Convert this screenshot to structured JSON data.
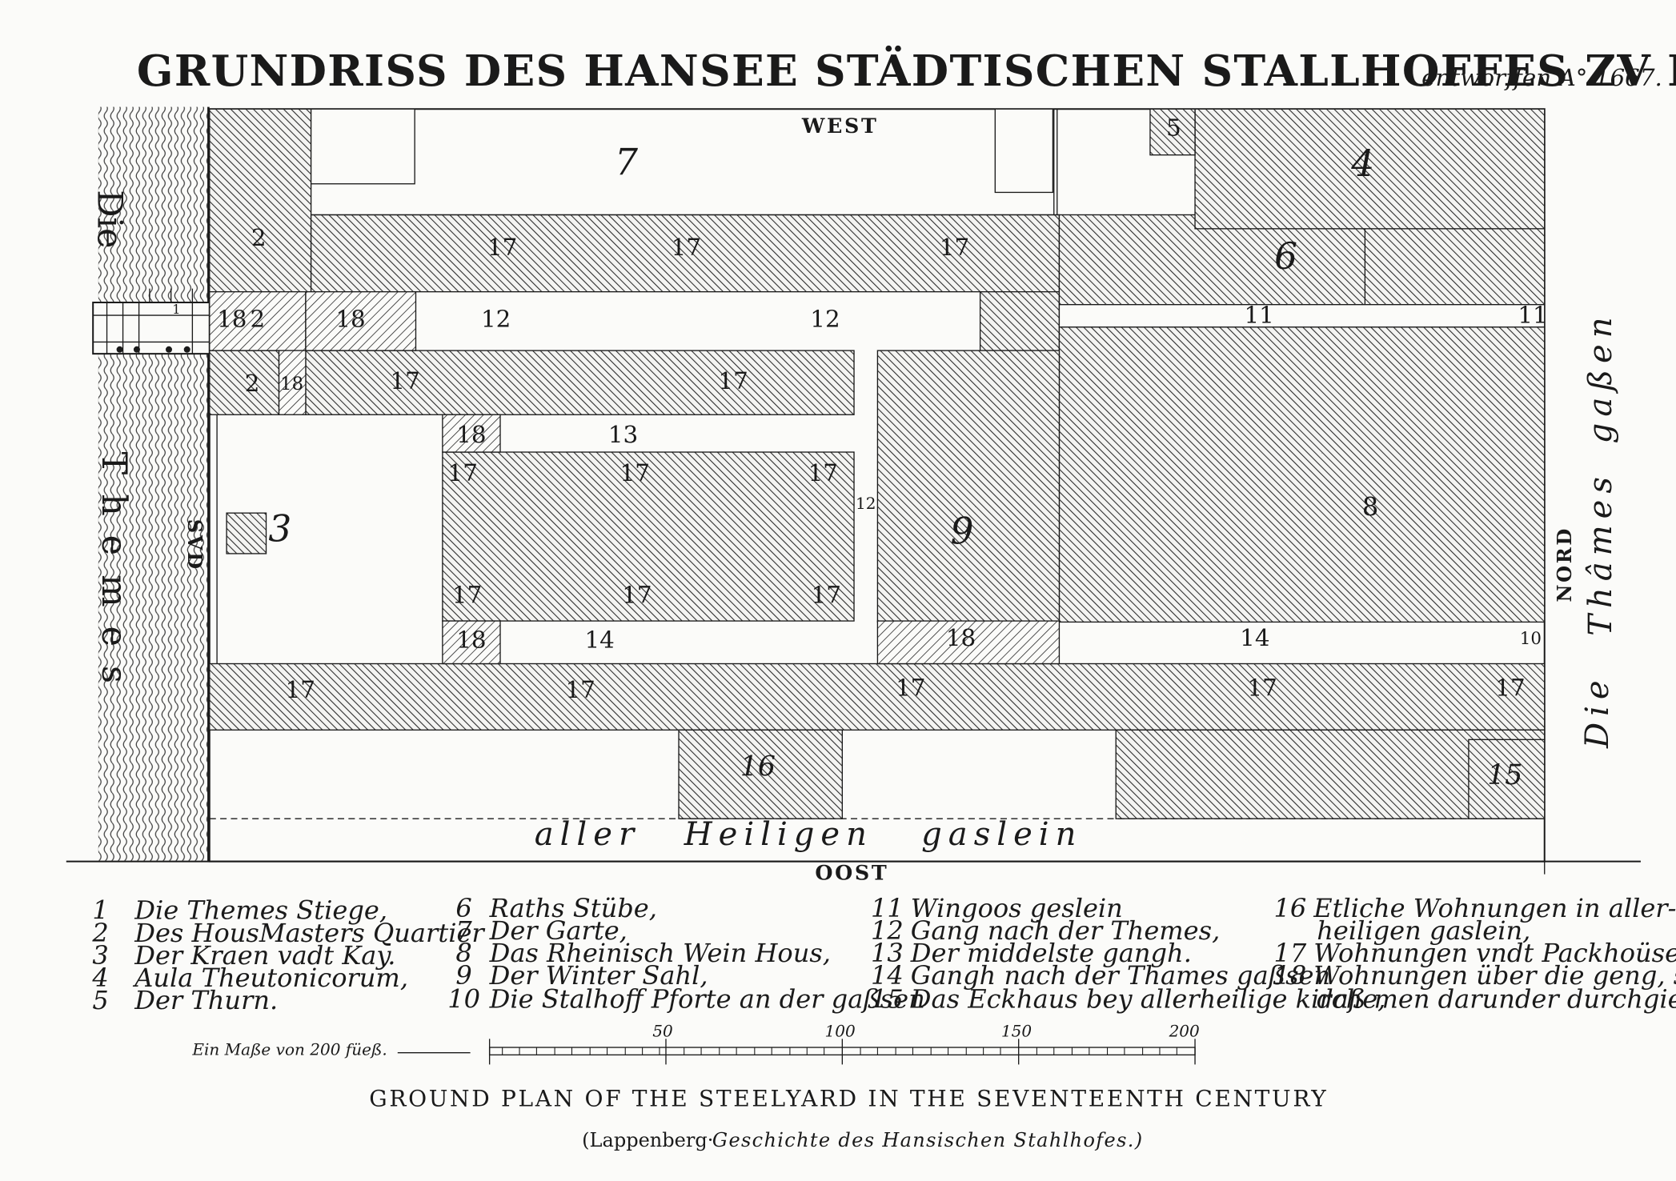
{
  "title": {
    "main": "GRUNDRISS DES HANSEE STÄDTISCHEN STALLHOFFES ZV LONDON IN ENGLAND,",
    "sub": "entworffen A° 1667."
  },
  "directions": {
    "west": "WEST",
    "east": "OOST",
    "north": "NORD",
    "south": "SVD"
  },
  "river": {
    "line1": "Die",
    "line2": "Themes"
  },
  "streets": {
    "east_street": [
      "Die",
      "Thâmes",
      "gaßen"
    ],
    "south_lane": [
      "aller",
      "Heiligen",
      "gaslein"
    ]
  },
  "plan_labels": {
    "n1": "1",
    "n2": "2",
    "n3": "3",
    "n4": "4",
    "n5": "5",
    "n6": "6",
    "n7": "7",
    "n8": "8",
    "n9": "9",
    "n10": "10",
    "n11": "11",
    "n12": "12",
    "n13": "13",
    "n14": "14",
    "n15": "15",
    "n16": "16",
    "n17": "17",
    "n18": "18"
  },
  "legend": [
    {
      "num": "1",
      "text": "Die Themes Stiege,"
    },
    {
      "num": "2",
      "text": "Des HousMasters Quartier"
    },
    {
      "num": "3",
      "text": "Der Kraen vadt Kay."
    },
    {
      "num": "4",
      "text": "Aula Theutonicorum,"
    },
    {
      "num": "5",
      "text": "Der Thurn."
    },
    {
      "num": "6",
      "text": "Raths Stübe,"
    },
    {
      "num": "7",
      "text": "Der Garte,"
    },
    {
      "num": "8",
      "text": "Das Rheinisch Wein Hous,"
    },
    {
      "num": "9",
      "text": "Der Winter Sahl,"
    },
    {
      "num": "10",
      "text": "Die Stalhoff Pforte an der gaßsen"
    },
    {
      "num": "11",
      "text": "Wingoos geslein"
    },
    {
      "num": "12",
      "text": "Gang nach der Themes,"
    },
    {
      "num": "13",
      "text": "Der middelste gangh."
    },
    {
      "num": "14",
      "text": "Gangh nach der Thames gaßsen"
    },
    {
      "num": "15",
      "text": "Das Eckhaus bey allerheilige kirche,"
    },
    {
      "num": "16",
      "text": "Etliche Wohnungen in aller-",
      "text2": "heiligen gaslein,"
    },
    {
      "num": "17",
      "text": "Wohnungen vndt Packhoüser,"
    },
    {
      "num": "18",
      "text": "Wohnungen über die geng, so",
      "text2": "daß men darunder durchgieng"
    }
  ],
  "scale": {
    "caption": "Ein Maße von 200 füeß.",
    "ticks": [
      "50",
      "100",
      "150",
      "200"
    ]
  },
  "caption": "GROUND PLAN OF THE STEELYARD IN THE SEVENTEENTH CENTURY",
  "source": {
    "prefix": "(Lappenberg·",
    "work": "Geschichte des Hansischen Stahlhofes.)"
  },
  "colors": {
    "ink": "#1a1a1a",
    "paper": "#fbfbf9",
    "hatch": "#2a2a2a"
  }
}
